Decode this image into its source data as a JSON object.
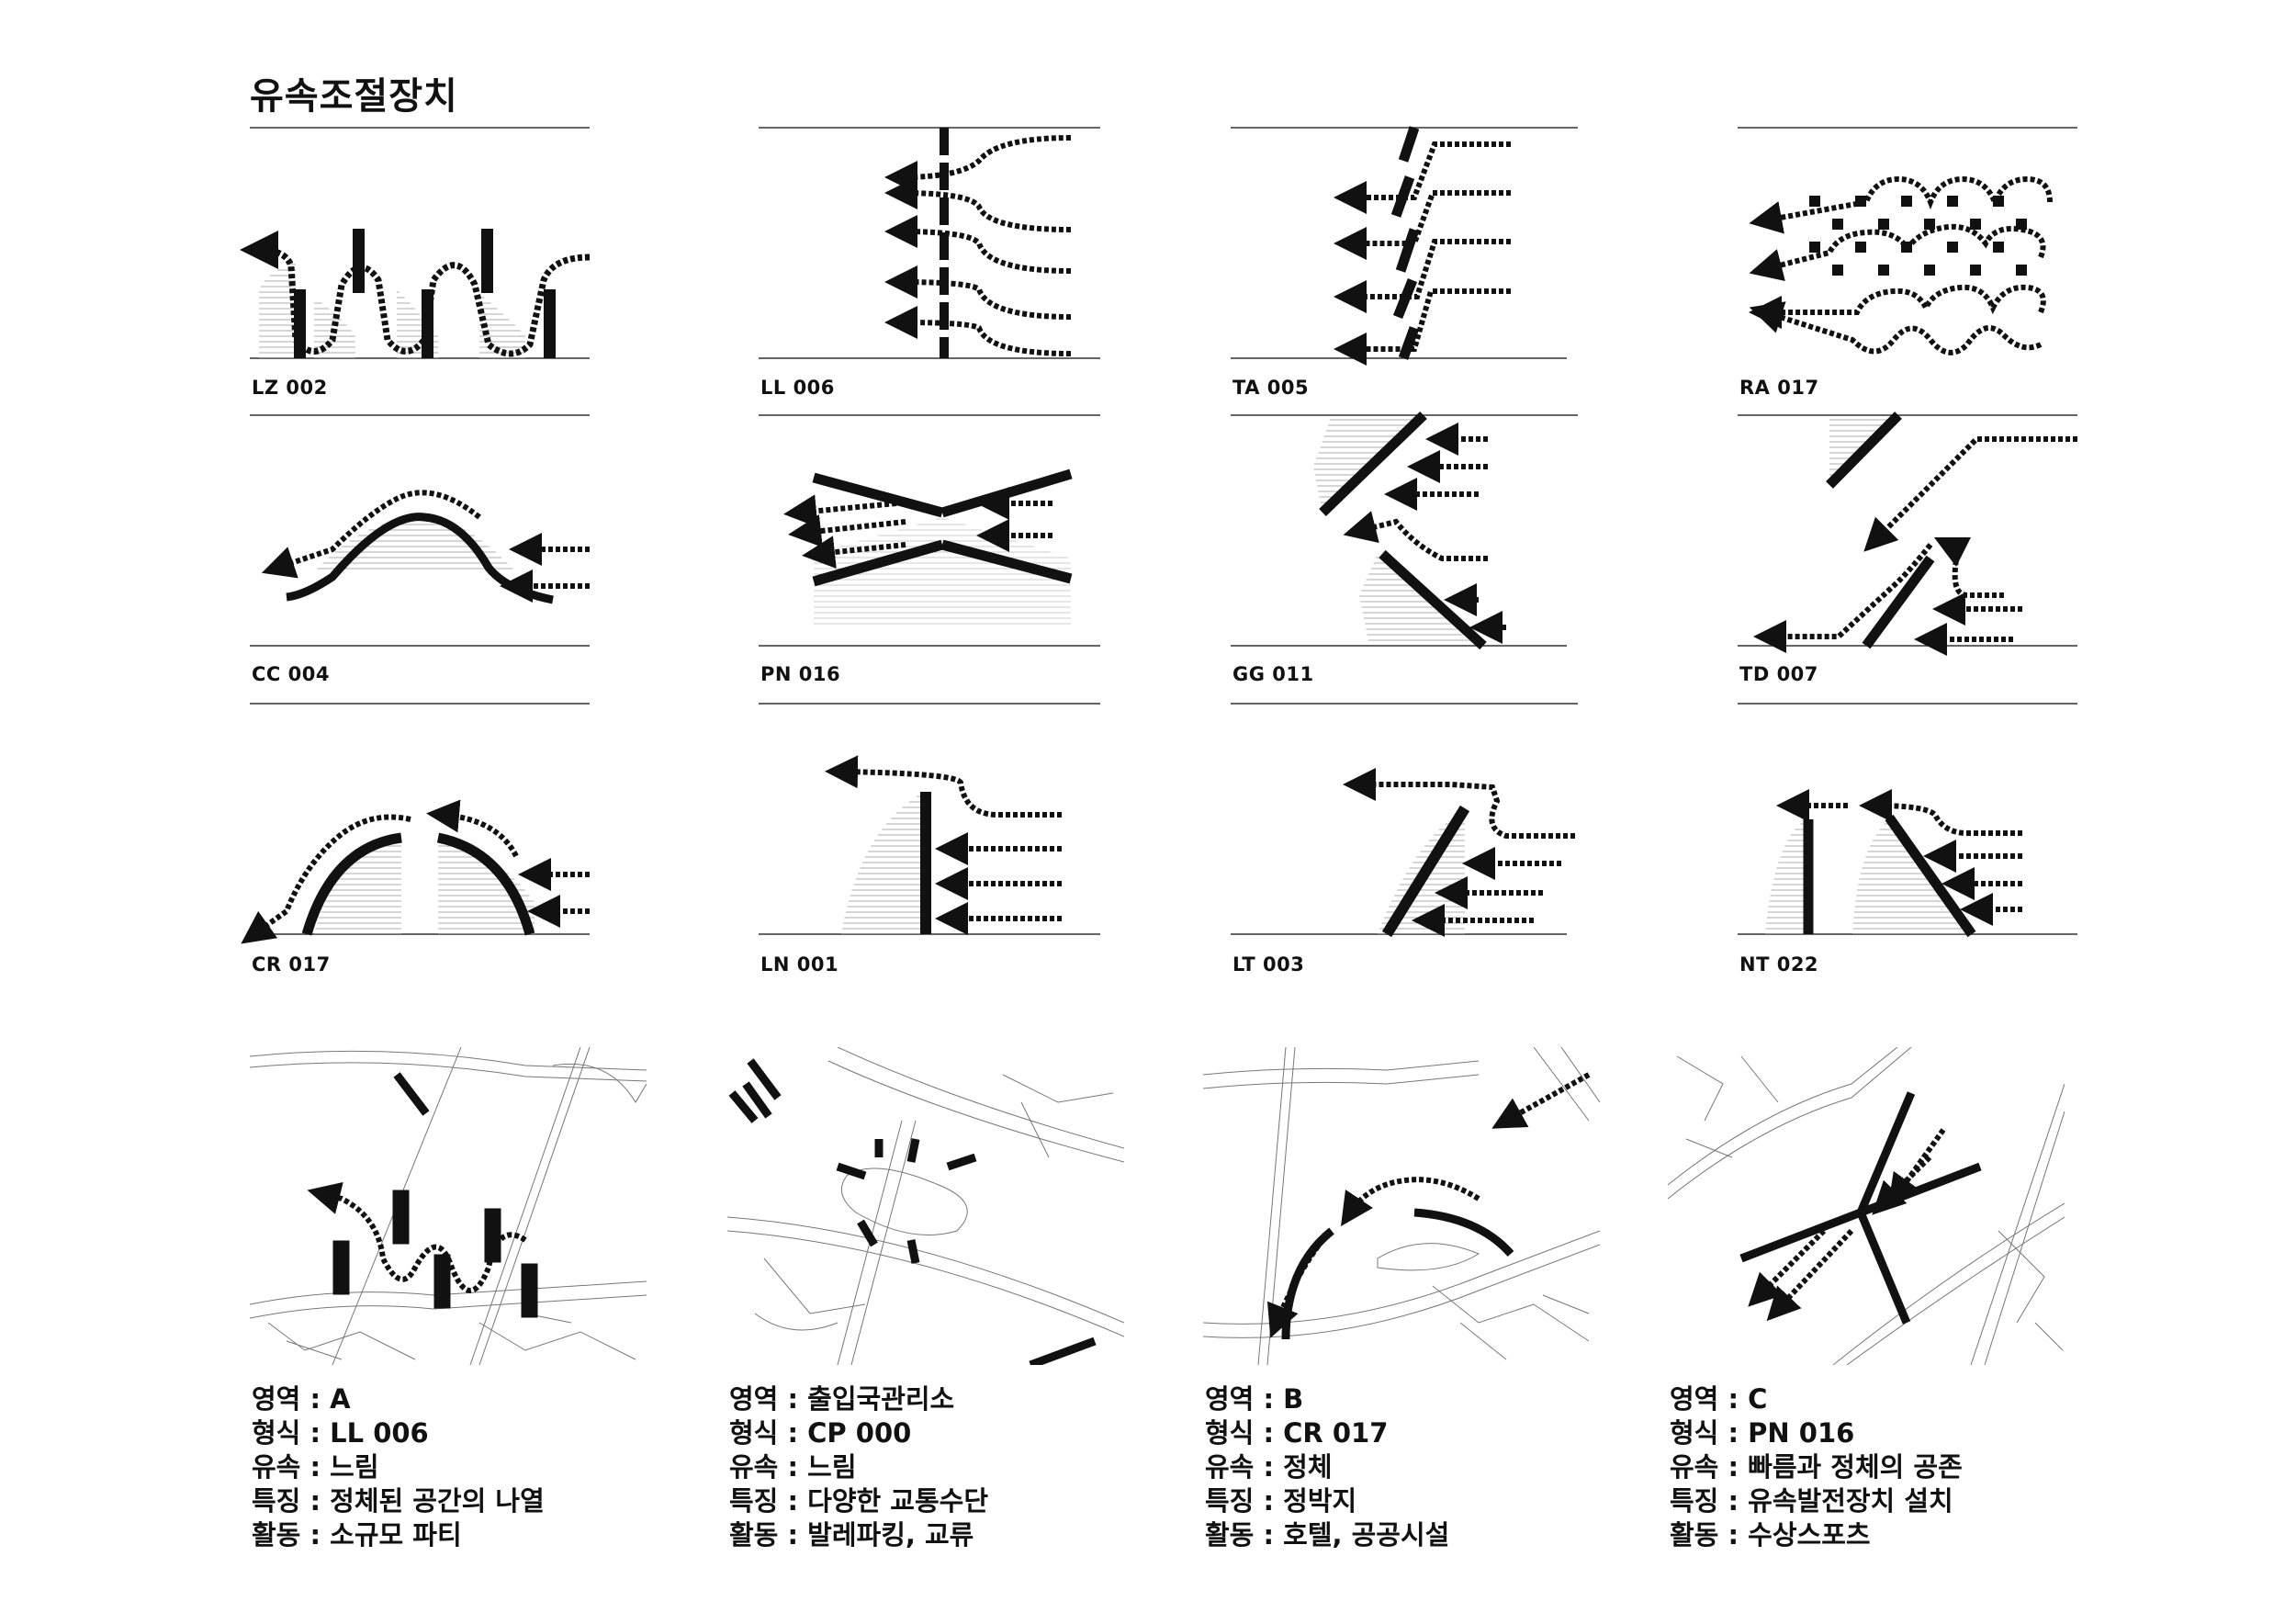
{
  "title": "유속조절장치",
  "diagrams": [
    {
      "code": "LZ 002",
      "icon": "lz-zigzag-walls"
    },
    {
      "code": "LL 006",
      "icon": "ll-dashed-wall"
    },
    {
      "code": "TA 005",
      "icon": "ta-tilted-segments"
    },
    {
      "code": "RA 017",
      "icon": "ra-block-array"
    },
    {
      "code": "CC 004",
      "icon": "cc-curve"
    },
    {
      "code": "PN 016",
      "icon": "pn-funnel"
    },
    {
      "code": "GG 011",
      "icon": "gg-diagonals"
    },
    {
      "code": "TD 007",
      "icon": "td-parallel-diagonals"
    },
    {
      "code": "CR 017",
      "icon": "cr-arcs"
    },
    {
      "code": "LN 001",
      "icon": "ln-single-wall"
    },
    {
      "code": "LT 003",
      "icon": "lt-tilted-wall"
    },
    {
      "code": "NT 022",
      "icon": "nt-wall-and-diagonal"
    }
  ],
  "maps": [
    {
      "area": "영역 : A",
      "form": "형식 : LL 006",
      "speed": "유속 : 느림",
      "feature": "특징 : 정체된 공간의 나열",
      "activity": "활동 : 소규모 파티"
    },
    {
      "area": "영역 : 출입국관리소",
      "form": "형식 : CP 000",
      "speed": "유속 : 느림",
      "feature": "특징 : 다양한 교통수단",
      "activity": "활동 : 발레파킹, 교류"
    },
    {
      "area": "영역 : B",
      "form": "형식 : CR 017",
      "speed": "유속 : 정체",
      "feature": "특징 : 정박지",
      "activity": "활동 : 호텔, 공공시설"
    },
    {
      "area": "영역 : C",
      "form": "형식 : PN 016",
      "speed": "유속 : 빠름과 정체의 공존",
      "feature": "특징 : 유속발전장치 설치",
      "activity": "활동 : 수상스포츠"
    }
  ]
}
